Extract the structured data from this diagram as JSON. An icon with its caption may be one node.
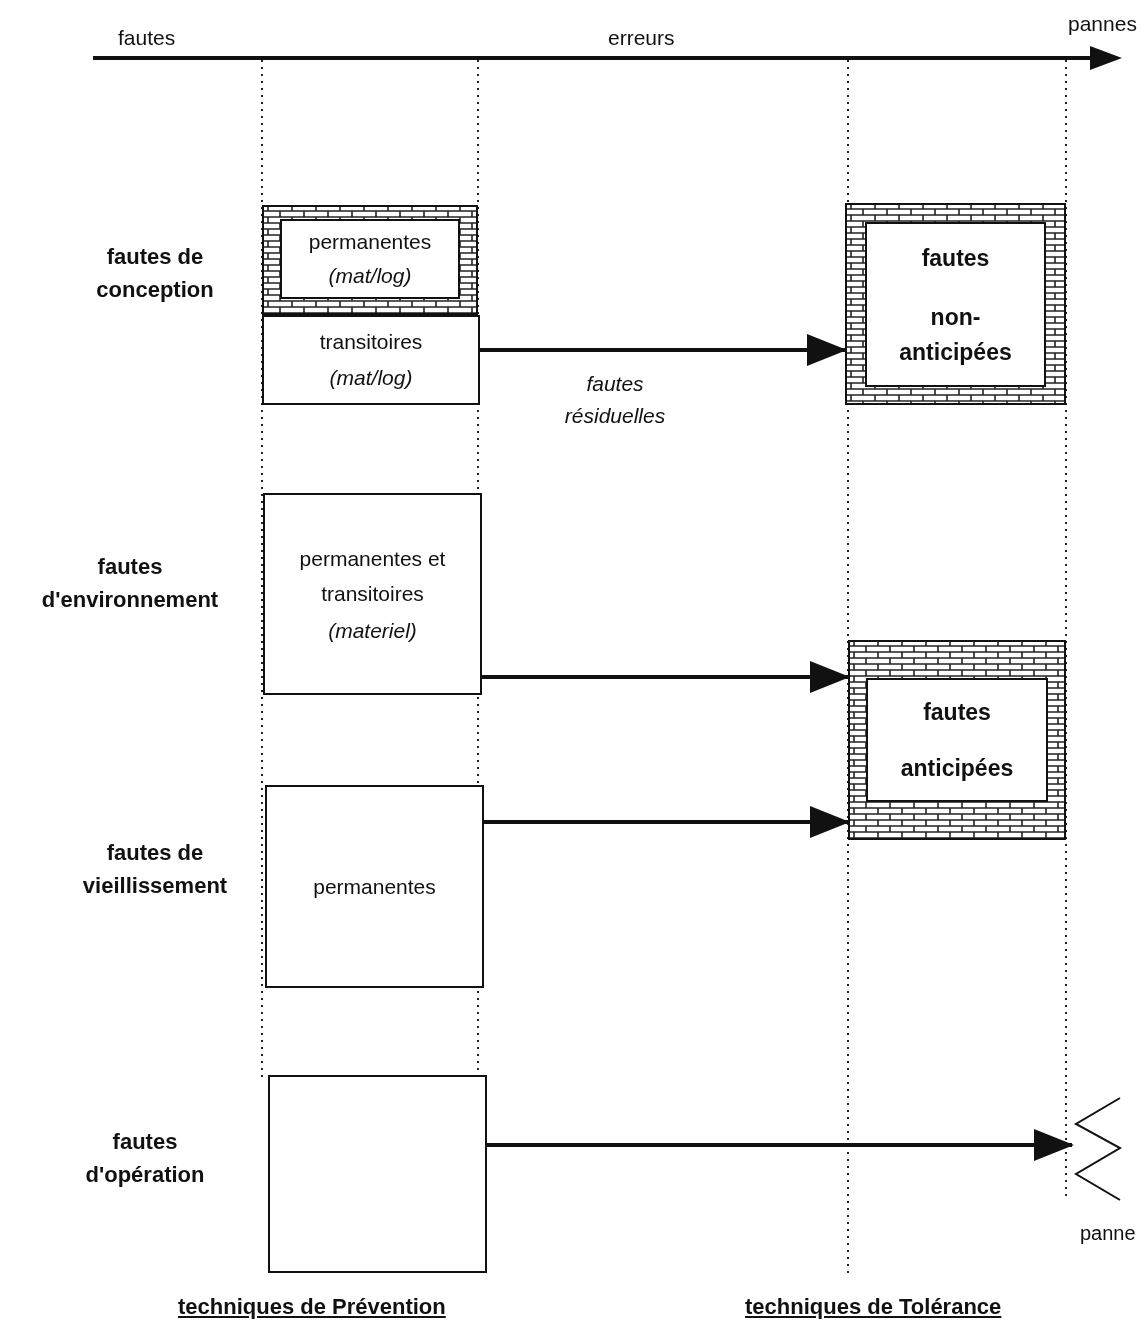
{
  "diagram": {
    "nodes": [
      {
        "text": [
          "permanentes",
          "(mat/log)"
        ]
      },
      {
        "text": [
          "transitoires",
          "(mat/log)"
        ]
      },
      {
        "text": [
          "fautes",
          "non- anticipées"
        ]
      },
      {
        "text": [
          "permanentes et transitoires",
          "(materiel)"
        ]
      },
      {
        "text": [
          "fautes",
          "anticipées"
        ]
      },
      {
        "text": [
          "permanentes"
        ]
      },
      {
        "text": [],
        "shape": "box"
      },
      {
        "text": [],
        "shape": "zigzag",
        "beside": [
          "panne"
        ]
      }
    ],
    "edges": [
      {
        "from": 1,
        "to": 2,
        "arrow": "to",
        "label": "fautes résiduelles"
      },
      {
        "from": 3,
        "to": 4,
        "arrow": "to"
      },
      {
        "from": 5,
        "to": 4,
        "arrow": "to"
      },
      {
        "from": 6,
        "to": 7,
        "arrow": "to"
      }
    ],
    "labels": [
      "fautes",
      "erreurs",
      "pannes",
      "fautes de conception",
      "fautes d'environnement",
      "fautes de vieillissement",
      "fautes d'opération",
      "techniques de Prévention",
      "techniques de Tolérance"
    ]
  }
}
